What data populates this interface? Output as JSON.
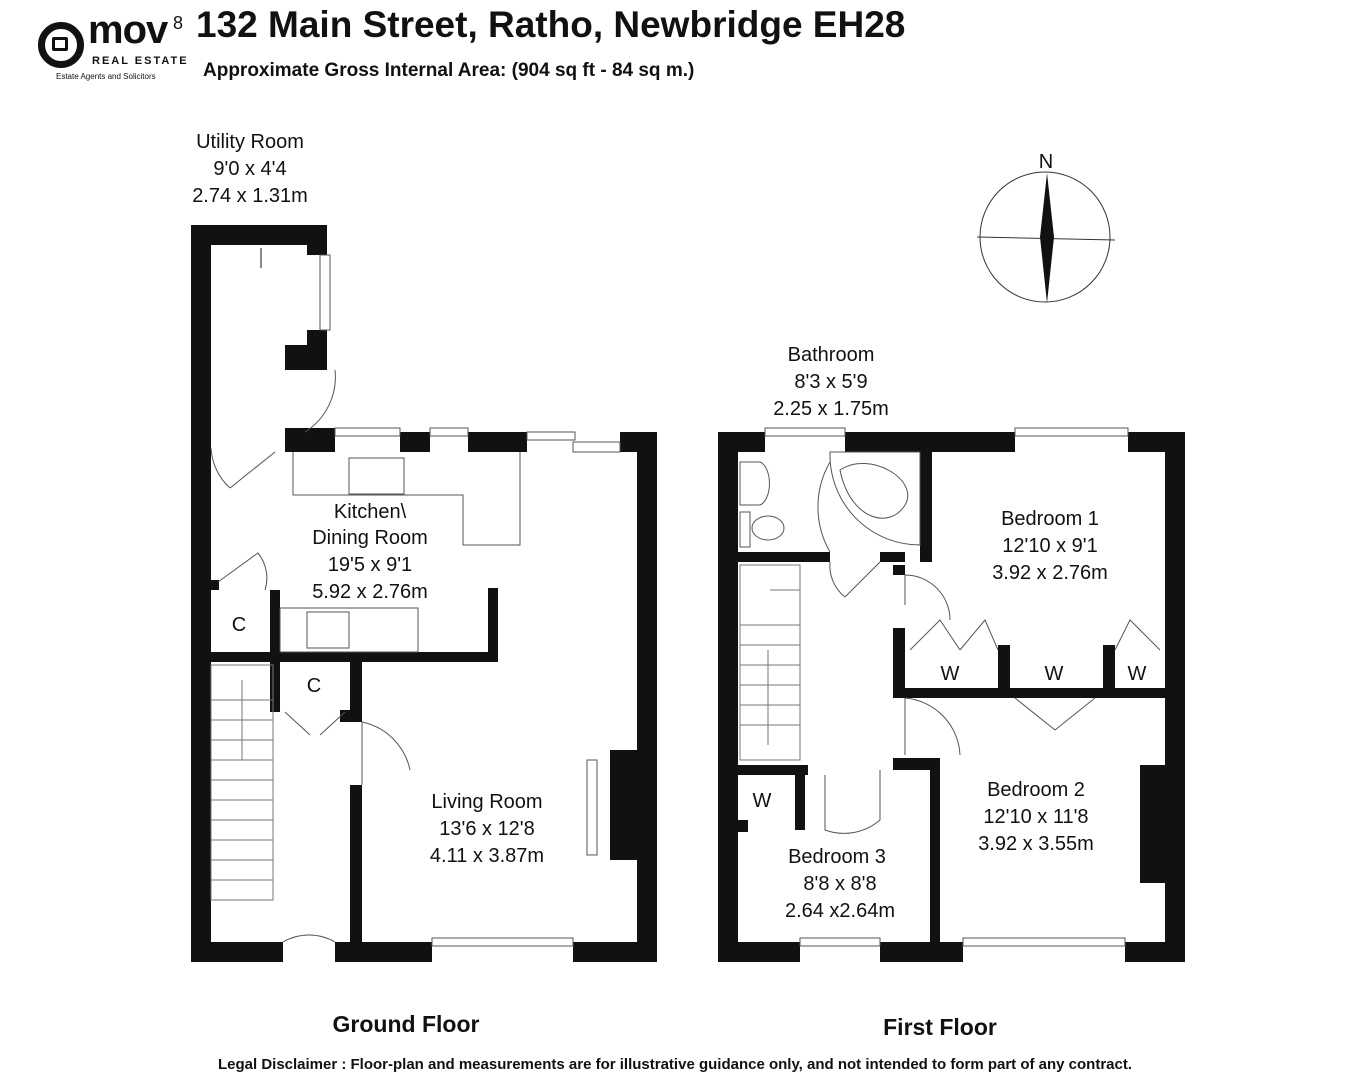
{
  "logo": {
    "brand": "mov",
    "superscript": "8",
    "line2": "REAL ESTATE",
    "tagline": "Estate Agents and Solicitors"
  },
  "header": {
    "title": "132 Main Street, Ratho, Newbridge EH28",
    "subtitle": "Approximate Gross Internal Area: (904 sq ft - 84 sq m.)"
  },
  "compass": {
    "north_label": "N"
  },
  "ground_floor": {
    "label": "Ground Floor",
    "rooms": {
      "utility": {
        "name": "Utility Room",
        "imperial": "9'0 x 4'4",
        "metric": "2.74 x 1.31m"
      },
      "kitchen": {
        "name1": "Kitchen\\",
        "name2": "Dining Room",
        "imperial": "19'5 x 9'1",
        "metric": "5.92 x 2.76m"
      },
      "living": {
        "name": "Living Room",
        "imperial": "13'6 x 12'8",
        "metric": "4.11 x 3.87m"
      },
      "cupboard1": {
        "name": "C"
      },
      "cupboard2": {
        "name": "C"
      }
    }
  },
  "first_floor": {
    "label": "First Floor",
    "rooms": {
      "bathroom": {
        "name": "Bathroom",
        "imperial": "8'3 x 5'9",
        "metric": "2.25 x 1.75m"
      },
      "bedroom1": {
        "name": "Bedroom 1",
        "imperial": "12'10 x 9'1",
        "metric": "3.92 x 2.76m"
      },
      "bedroom2": {
        "name": "Bedroom 2",
        "imperial": "12'10 x 11'8",
        "metric": "3.92 x 3.55m"
      },
      "bedroom3": {
        "name": "Bedroom 3",
        "imperial": "8'8 x 8'8",
        "metric": "2.64 x2.64m"
      },
      "wardrobes": [
        "W",
        "W",
        "W",
        "W"
      ]
    }
  },
  "disclaimer": "Legal Disclaimer : Floor-plan and measurements are for illustrative guidance only, and not intended to form part of any contract."
}
